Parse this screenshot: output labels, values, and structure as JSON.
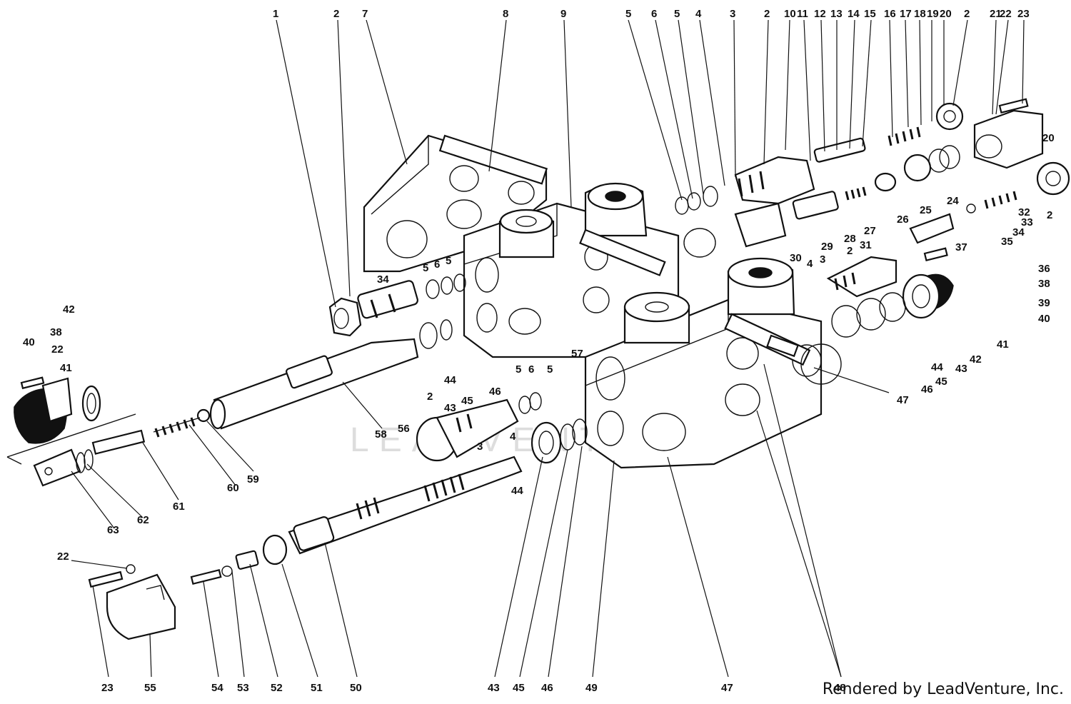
{
  "watermark": "LEADVENTURE",
  "credit": "Rendered by LeadVenture, Inc.",
  "callouts_top": [
    "1",
    "2",
    "7",
    "8",
    "9",
    "5",
    "6",
    "5",
    "4",
    "3",
    "2",
    "10",
    "11",
    "12",
    "13",
    "14",
    "15",
    "16",
    "17",
    "18",
    "19",
    "20",
    "2",
    "21",
    "22",
    "23"
  ],
  "callouts_bottom": [
    "23",
    "55",
    "54",
    "53",
    "52",
    "51",
    "50",
    "43",
    "45",
    "46",
    "49",
    "47",
    "48"
  ],
  "callouts_mid": {
    "c34": "34",
    "c5a": "5",
    "c6a": "6",
    "c5b": "5",
    "c44a": "44",
    "c43a": "43",
    "c45a": "45",
    "c46a": "46",
    "c58": "58",
    "c56": "56",
    "c2m": "2",
    "c3m": "3",
    "c4m": "4",
    "c5c": "5",
    "c6c": "6",
    "c5d": "5",
    "c57": "57",
    "c44b": "44",
    "c42l": "42",
    "c38l": "38",
    "c40l": "40",
    "c22l": "22",
    "c41l": "41",
    "c59": "59",
    "c60": "60",
    "c61": "61",
    "c62": "62",
    "c63": "63",
    "c22b": "22",
    "c26": "26",
    "c25": "25",
    "c24": "24",
    "c27": "27",
    "c28": "28",
    "c29": "29",
    "c30": "30",
    "c31": "31",
    "c2r": "2",
    "c3r": "3",
    "c4r": "4",
    "c20r": "20",
    "c2rr": "2",
    "c32": "32",
    "c33": "33",
    "c34r": "34",
    "c35": "35",
    "c36": "36",
    "c37": "37",
    "c38r": "38",
    "c39": "39",
    "c40r": "40",
    "c41r": "41",
    "c42r": "42",
    "c43r": "43",
    "c44r": "44",
    "c45r": "45",
    "c46r": "46",
    "c47r": "47"
  }
}
